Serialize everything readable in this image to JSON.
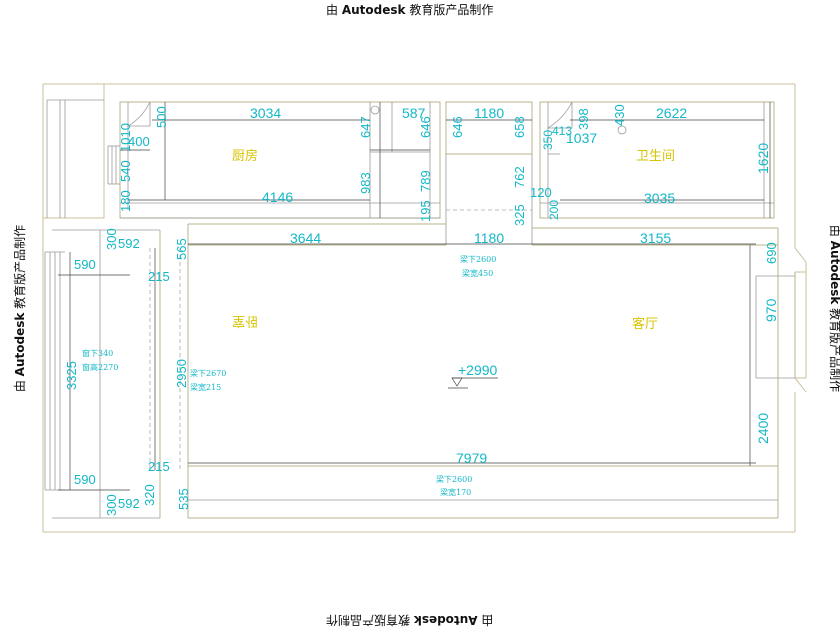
{
  "watermark": {
    "prefix": "由 ",
    "brand": "Autodesk",
    "suffix": " 教育版产品制作"
  },
  "rooms": {
    "kitchen": "厨房",
    "bathroom": "卫生间",
    "bedroom": "卧室",
    "living": "客厅"
  },
  "dimensions": {
    "k_500": "500",
    "k_3034": "3034",
    "k_647": "647",
    "k_587": "587",
    "k_646a": "646",
    "k_646b": "646",
    "k_1180a": "1180",
    "k_658": "658",
    "b_413": "413",
    "b_398": "398",
    "b_430": "430",
    "b_2622": "2622",
    "k_400": "400",
    "b_350": "350",
    "b_1037": "1037",
    "k_540": "540",
    "k_1010": "1010",
    "b_1620": "1620",
    "k_983": "983",
    "k_789": "789",
    "b_762": "762",
    "b_120": "120",
    "k_180": "180",
    "k_4146": "4146",
    "k_195": "195",
    "b_325": "325",
    "b_200": "200",
    "b_3035": "3035",
    "br_300a": "300",
    "br_592a": "592",
    "br_565": "565",
    "m_3644": "3644",
    "m_1180": "1180",
    "m_3155": "3155",
    "br_590a": "590",
    "br_215a": "215",
    "m_690": "690",
    "m_970": "970",
    "br_3325": "3325",
    "br_2950": "2950",
    "m_2990": "+2990",
    "m_2400": "2400",
    "br_215b": "215",
    "m_7979": "7979",
    "br_590b": "590",
    "br_300b": "300",
    "br_592b": "592",
    "br_320": "320",
    "br_535": "535"
  },
  "notes": {
    "beam1_a": "梁下2600",
    "beam1_b": "梁宽450",
    "win_a": "窗下340",
    "win_b": "窗高2270",
    "beam2_a": "梁下2670",
    "beam2_b": "梁宽215",
    "beam3_a": "梁下2600",
    "beam3_b": "梁宽170"
  }
}
